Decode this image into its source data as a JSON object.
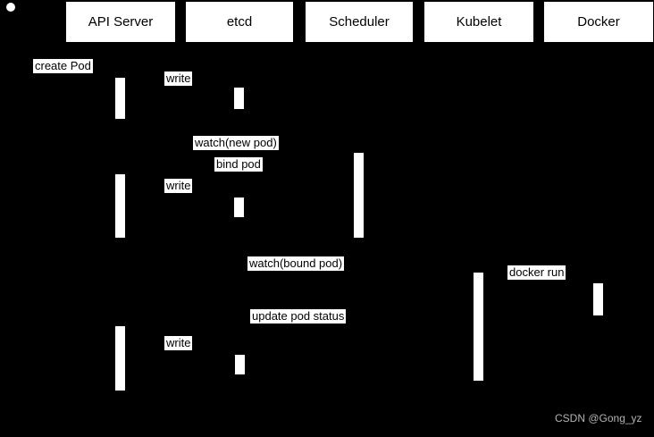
{
  "diagram": {
    "type": "sequence",
    "topic": "Kubernetes pod creation flow",
    "start_node": "filled-circle",
    "participants": [
      {
        "label": "API Server"
      },
      {
        "label": "etcd"
      },
      {
        "label": "Scheduler"
      },
      {
        "label": "Kubelet"
      },
      {
        "label": "Docker"
      }
    ],
    "messages": [
      {
        "label": "create Pod"
      },
      {
        "label": "write"
      },
      {
        "label": "watch(new pod)"
      },
      {
        "label": "bind pod"
      },
      {
        "label": "write"
      },
      {
        "label": "watch(bound pod)"
      },
      {
        "label": "docker run"
      },
      {
        "label": "update pod status"
      },
      {
        "label": "write"
      }
    ],
    "colors": {
      "background": "#000000",
      "node_fill": "#ffffff",
      "node_text": "#000000",
      "watermark_text": "#b3b3b3"
    }
  },
  "watermark": {
    "text": "CSDN @Gong_yz"
  }
}
